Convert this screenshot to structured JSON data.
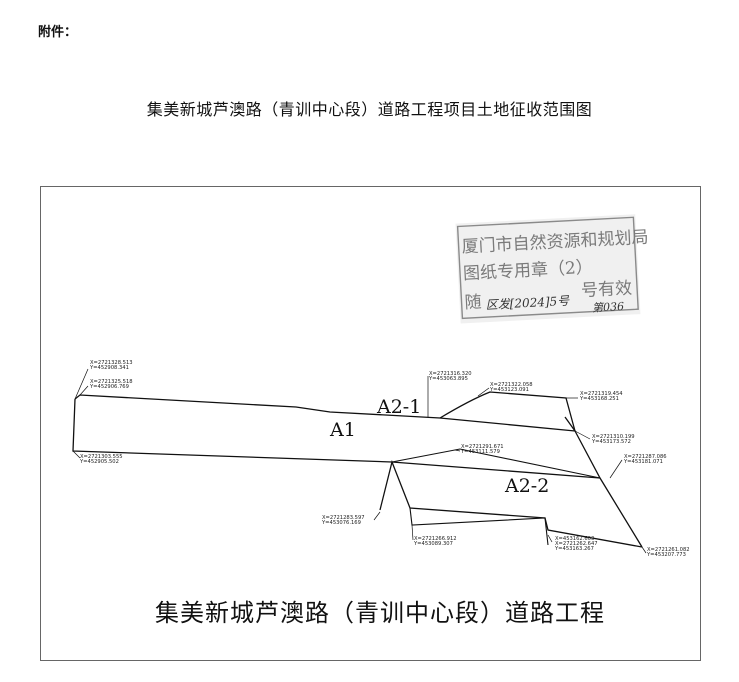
{
  "header": {
    "attachment_label": "附件：",
    "title": "集美新城芦澳路（青训中心段）道路工程项目土地征收范围图"
  },
  "map": {
    "parcels": {
      "a1": "A1",
      "a2_1": "A2-1",
      "a2_2": "A2-2"
    },
    "bottom_title": "集美新城芦澳路（青训中心段）道路工程",
    "stamp": {
      "line1": "厦门市自然资源和规划局",
      "line2": "图纸专用章（2）",
      "line3_left": "随",
      "line3_right": "号有效",
      "handwriting": "区发[2024]5号",
      "handwriting_num": "第036"
    },
    "coords": [
      {
        "x": "X=2721328.513",
        "y": "Y=452908.341"
      },
      {
        "x": "X=2721325.518",
        "y": "Y=452906.769"
      },
      {
        "x": "X=2721303.555",
        "y": "Y=452905.502"
      },
      {
        "x": "X=2721316.320",
        "y": "Y=453063.895"
      },
      {
        "x": "X=2721322.058",
        "y": "Y=453123.091"
      },
      {
        "x": "X=2721319.454",
        "y": "Y=453168.251"
      },
      {
        "x": "X=2721310.199",
        "y": "Y=453173.572"
      },
      {
        "x": "X=2721291.671",
        "y": "Y=453111.579"
      },
      {
        "x": "X=2721287.086",
        "y": "Y=453181.071"
      },
      {
        "x": "X=2721283.597",
        "y": "Y=453076.169"
      },
      {
        "x": "X=2721266.912",
        "y": "Y=453089.307"
      },
      {
        "x": "X=453162.603",
        "y": "X=2721262.647"
      },
      {
        "x": "Y=453163.267",
        "y": ""
      },
      {
        "x": "X=2721261.082",
        "y": "Y=453207.773"
      }
    ]
  }
}
